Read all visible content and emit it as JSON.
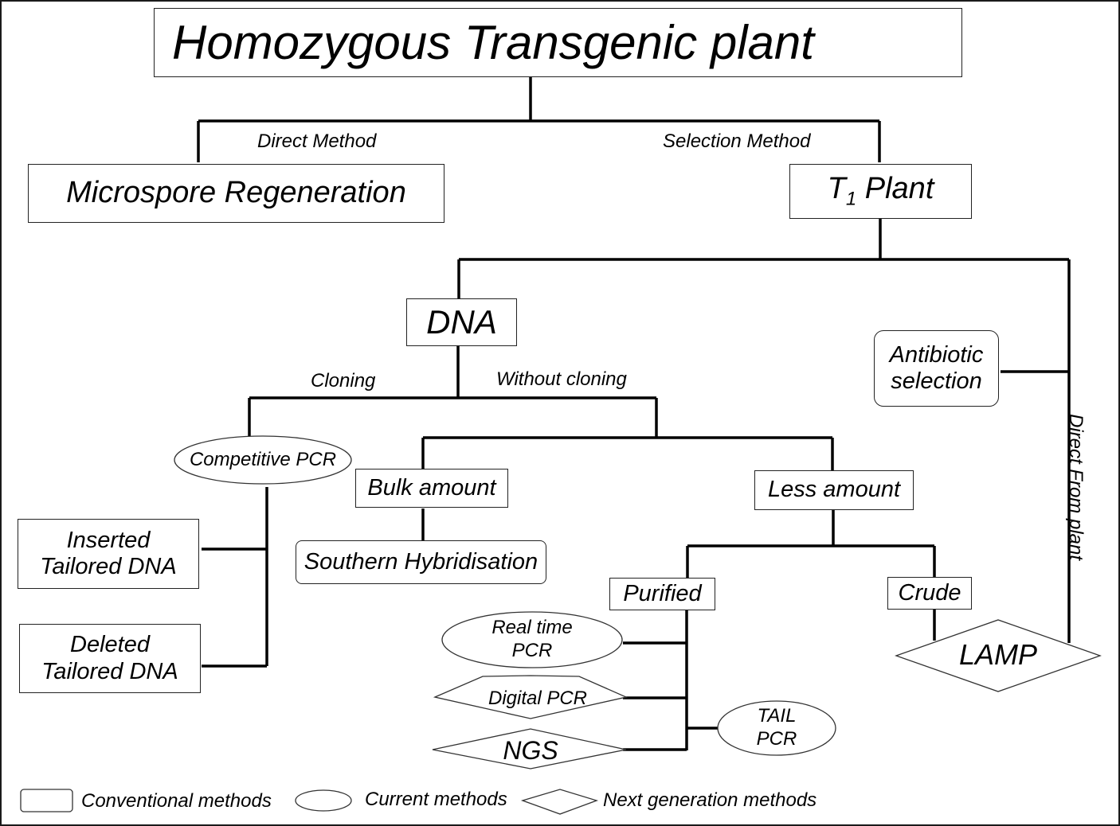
{
  "title": "Homozygous Transgenic plant",
  "branches": {
    "direct_method": "Direct Method",
    "selection_method": "Selection Method",
    "cloning": "Cloning",
    "without_cloning": "Without cloning",
    "direct_from_plant": "Direct  From plant"
  },
  "nodes": {
    "microspore": "Microspore Regeneration",
    "t1_plant_main": "T",
    "t1_plant_sub": "1",
    "t1_plant_rest": " Plant",
    "dna": "DNA",
    "antibiotic_line1": "Antibiotic",
    "antibiotic_line2": "selection",
    "competitive_pcr": "Competitive PCR",
    "bulk_amount": "Bulk amount",
    "less_amount": "Less amount",
    "southern": "Southern Hybridisation",
    "inserted_line1": "Inserted",
    "inserted_line2": "Tailored DNA",
    "deleted_line1": "Deleted",
    "deleted_line2": "Tailored DNA",
    "purified": "Purified",
    "crude": "Crude",
    "realtime_line1": "Real time",
    "realtime_line2": "PCR",
    "digital_pcr": "Digital PCR",
    "ngs": "NGS",
    "tail_line1": "TAIL",
    "tail_line2": "PCR",
    "lamp": "LAMP"
  },
  "legend": {
    "conventional": "Conventional methods",
    "current": "Current methods",
    "next_gen": "Next generation methods"
  }
}
